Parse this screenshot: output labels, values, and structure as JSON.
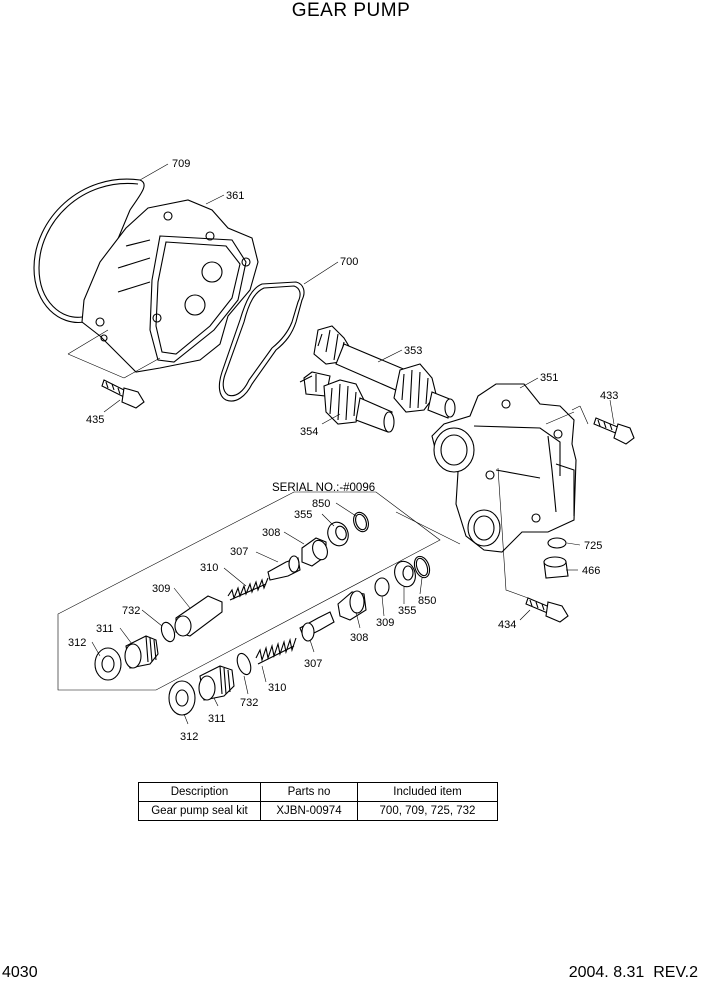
{
  "title": "GEAR PUMP",
  "serial_note": "SERIAL NO.:-#0096",
  "callouts": {
    "c709": "709",
    "c361": "361",
    "c700": "700",
    "c353": "353",
    "c351": "351",
    "c433": "433",
    "c435": "435",
    "c354": "354",
    "c850a": "850",
    "c355a": "355",
    "c308a": "308",
    "c307a": "307",
    "c310a": "310",
    "c309a": "309",
    "c732a": "732",
    "c311a": "311",
    "c312a": "312",
    "c850b": "850",
    "c355b": "355",
    "c309b": "309",
    "c308b": "308",
    "c307b": "307",
    "c310b": "310",
    "c732b": "732",
    "c311b": "311",
    "c312b": "312",
    "c725": "725",
    "c466": "466",
    "c434": "434"
  },
  "kit_table": {
    "headers": [
      "Description",
      "Parts no",
      "Included item"
    ],
    "rows": [
      [
        "Gear pump seal kit",
        "XJBN-00974",
        "700, 709, 725, 732"
      ]
    ]
  },
  "footer": {
    "page_number": "4030",
    "revision": "2004. 8.31  REV.2"
  }
}
